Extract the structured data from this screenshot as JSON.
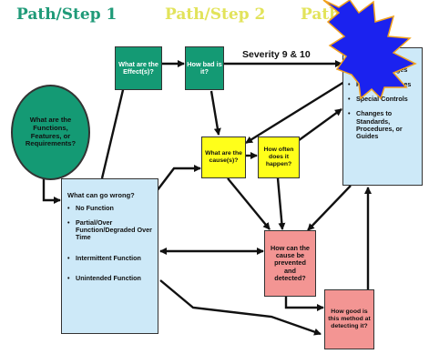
{
  "titles": {
    "step1": "Path/Step 1",
    "step2": "Path/Step 2",
    "step3": "Path/"
  },
  "colors": {
    "title_green": "#1f9a78",
    "title_yellow": "#e2e35a",
    "starburst": "#1b22ef",
    "box_green": "#149a74",
    "box_yellow": "#ffff1a",
    "box_pink": "#f39593",
    "box_blue": "#cde9f8"
  },
  "nodes": {
    "functions": "What are the Functions, Features, or Requirements?",
    "effects": "What are the Effect(s)?",
    "how_bad": "How bad is it?",
    "severity": "Severity 9 & 10",
    "causes": "What are the cause(s)?",
    "how_often": "How often does it happen?",
    "prevent_detect": "How can the cause be prevented and detected?",
    "how_good": "How good is this method at detecting it?"
  },
  "what_can_go_wrong": {
    "title": "What can go wrong?",
    "items": [
      "No Function",
      "Partial/Over Function/Degraded Over Time",
      "Intermittent Function",
      "Unintended Function"
    ]
  },
  "what_can_be_done": {
    "title": "What can be",
    "items": [
      "Design Changes",
      "Process Changes",
      "Special Controls",
      "Changes to Standards, Procedures, or Guides"
    ]
  }
}
